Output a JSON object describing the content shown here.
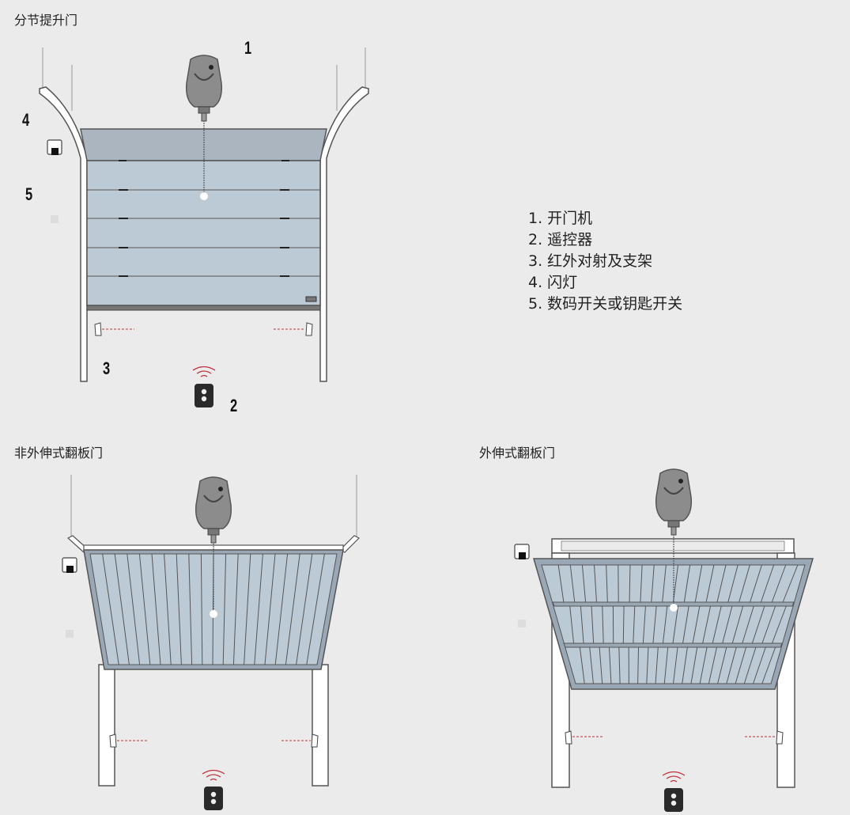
{
  "titles": {
    "sectional": "分节提升门",
    "non_extend": "非外伸式翻板门",
    "extend": "外伸式翻板门"
  },
  "labels": {
    "n1": "1",
    "n2": "2",
    "n3": "3",
    "n4": "4",
    "n5": "5"
  },
  "legend": [
    "1. 开门机",
    "2. 遥控器",
    "3. 红外对射及支架",
    "4. 闪灯",
    "5. 数码开关或钥匙开关"
  ],
  "colors": {
    "background": "#ebebeb",
    "door_panel": "#bccad6",
    "header_panel": "#aab5bf",
    "frame": "#555555",
    "opener_body": "#8c8c8c",
    "infrared_beam": "#c0303a",
    "remote_signal": "#c0303a"
  },
  "icons": {
    "opener": "garage-opener-icon",
    "remote": "remote-control-icon",
    "flash_light": "flash-light-icon",
    "keypad": "keypad-switch-icon",
    "infrared": "infrared-sensor-icon",
    "signal": "wireless-signal-icon"
  }
}
